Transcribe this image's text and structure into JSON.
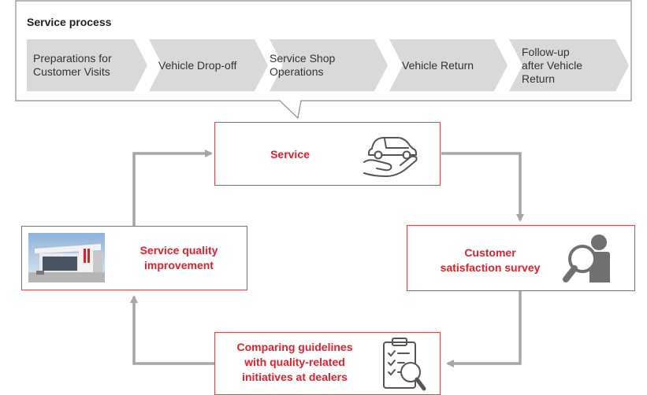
{
  "process": {
    "title": "Service process",
    "steps": [
      {
        "line1": "Preparations for",
        "line2": "Customer Visits",
        "line3": ""
      },
      {
        "line1": "Vehicle Drop-off",
        "line2": "",
        "line3": ""
      },
      {
        "line1": "Service Shop",
        "line2": "Operations",
        "line3": ""
      },
      {
        "line1": "Vehicle Return",
        "line2": "",
        "line3": ""
      },
      {
        "line1": "Follow-up",
        "line2": "after Vehicle",
        "line3": "Return"
      }
    ]
  },
  "cycle": {
    "service": {
      "label": "Service",
      "icon": "car-hand-icon"
    },
    "survey": {
      "line1": "Customer",
      "line2": "satisfaction survey",
      "icon": "person-magnifier-icon"
    },
    "comparing": {
      "line1": "Comparing guidelines",
      "line2": "with quality-related",
      "line3": "initiatives at dealers",
      "icon": "checklist-magnifier-icon"
    },
    "improvement": {
      "line1": "Service quality",
      "line2": "improvement",
      "icon": "dealer-photo"
    }
  },
  "colors": {
    "accent": "#e0202b",
    "border": "#e0474c",
    "arrow": "#a6a6a6",
    "step_fill": "#d9d9d9"
  }
}
